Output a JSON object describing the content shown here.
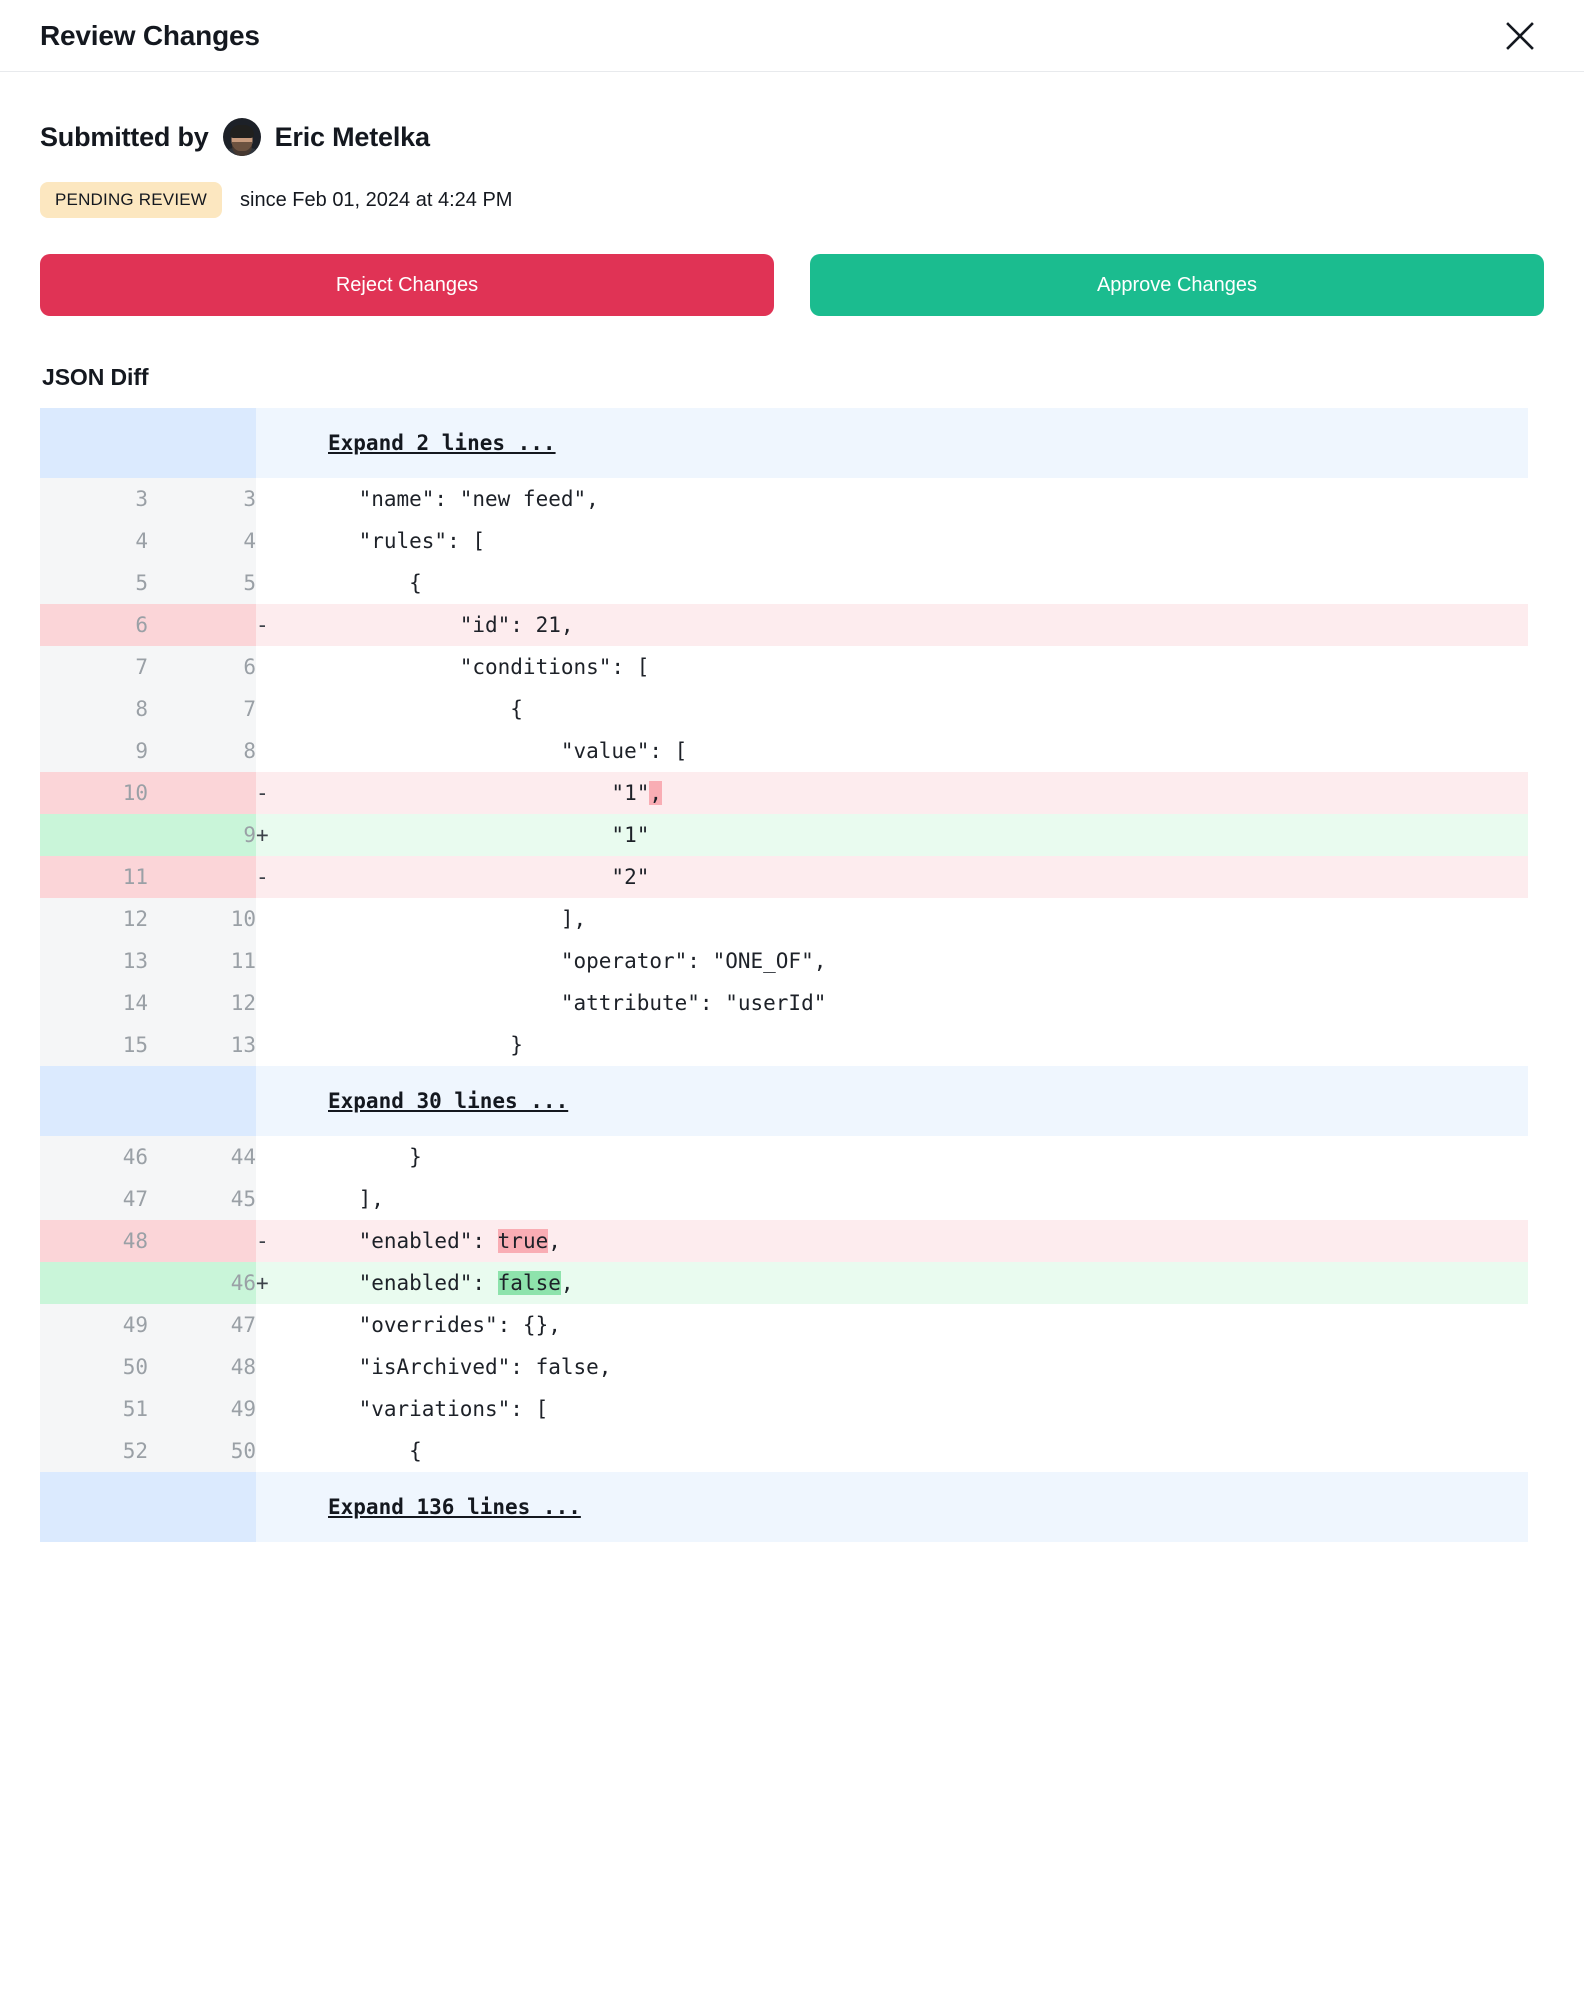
{
  "header": {
    "title": "Review Changes",
    "close_icon": "close-icon"
  },
  "submitted": {
    "label": "Submitted by",
    "name": "Eric Metelka"
  },
  "status": {
    "badge": "PENDING REVIEW",
    "since": "since Feb 01, 2024 at 4:24 PM",
    "badge_color": "#fce7c0"
  },
  "actions": {
    "reject_label": "Reject Changes",
    "approve_label": "Approve Changes",
    "reject_color": "#e03355",
    "approve_color": "#1bbc8f"
  },
  "diff": {
    "section_title": "JSON Diff",
    "rows": [
      {
        "type": "expand",
        "old": "",
        "new": "",
        "marker": "",
        "code": "Expand 2 lines ..."
      },
      {
        "type": "ctx",
        "old": "3",
        "new": "3",
        "marker": "",
        "code": "    \"name\": \"new feed\","
      },
      {
        "type": "ctx",
        "old": "4",
        "new": "4",
        "marker": "",
        "code": "    \"rules\": ["
      },
      {
        "type": "ctx",
        "old": "5",
        "new": "5",
        "marker": "",
        "code": "        {"
      },
      {
        "type": "del",
        "old": "6",
        "new": "",
        "marker": "-",
        "code": "            \"id\": 21,"
      },
      {
        "type": "ctx",
        "old": "7",
        "new": "6",
        "marker": "",
        "code": "            \"conditions\": ["
      },
      {
        "type": "ctx",
        "old": "8",
        "new": "7",
        "marker": "",
        "code": "                {"
      },
      {
        "type": "ctx",
        "old": "9",
        "new": "8",
        "marker": "",
        "code": "                    \"value\": ["
      },
      {
        "type": "del",
        "old": "10",
        "new": "",
        "marker": "-",
        "code": "                        \"1\"",
        "hl": ",",
        "hl_kind": "del"
      },
      {
        "type": "add",
        "old": "",
        "new": "9",
        "marker": "+",
        "code": "                        \"1\""
      },
      {
        "type": "del",
        "old": "11",
        "new": "",
        "marker": "-",
        "code": "                        \"2\""
      },
      {
        "type": "ctx",
        "old": "12",
        "new": "10",
        "marker": "",
        "code": "                    ],"
      },
      {
        "type": "ctx",
        "old": "13",
        "new": "11",
        "marker": "",
        "code": "                    \"operator\": \"ONE_OF\","
      },
      {
        "type": "ctx",
        "old": "14",
        "new": "12",
        "marker": "",
        "code": "                    \"attribute\": \"userId\""
      },
      {
        "type": "ctx",
        "old": "15",
        "new": "13",
        "marker": "",
        "code": "                }"
      },
      {
        "type": "expand",
        "old": "",
        "new": "",
        "marker": "",
        "code": "Expand 30 lines ..."
      },
      {
        "type": "ctx",
        "old": "46",
        "new": "44",
        "marker": "",
        "code": "        }"
      },
      {
        "type": "ctx",
        "old": "47",
        "new": "45",
        "marker": "",
        "code": "    ],"
      },
      {
        "type": "del",
        "old": "48",
        "new": "",
        "marker": "-",
        "code": "    \"enabled\": ",
        "hl": "true",
        "hl_kind": "del",
        "code_after": ","
      },
      {
        "type": "add",
        "old": "",
        "new": "46",
        "marker": "+",
        "code": "    \"enabled\": ",
        "hl": "false",
        "hl_kind": "add",
        "code_after": ","
      },
      {
        "type": "ctx",
        "old": "49",
        "new": "47",
        "marker": "",
        "code": "    \"overrides\": {},"
      },
      {
        "type": "ctx",
        "old": "50",
        "new": "48",
        "marker": "",
        "code": "    \"isArchived\": false,"
      },
      {
        "type": "ctx",
        "old": "51",
        "new": "49",
        "marker": "",
        "code": "    \"variations\": ["
      },
      {
        "type": "ctx",
        "old": "52",
        "new": "50",
        "marker": "",
        "code": "        {"
      },
      {
        "type": "expand",
        "old": "",
        "new": "",
        "marker": "",
        "code": "Expand 136 lines ..."
      }
    ]
  }
}
